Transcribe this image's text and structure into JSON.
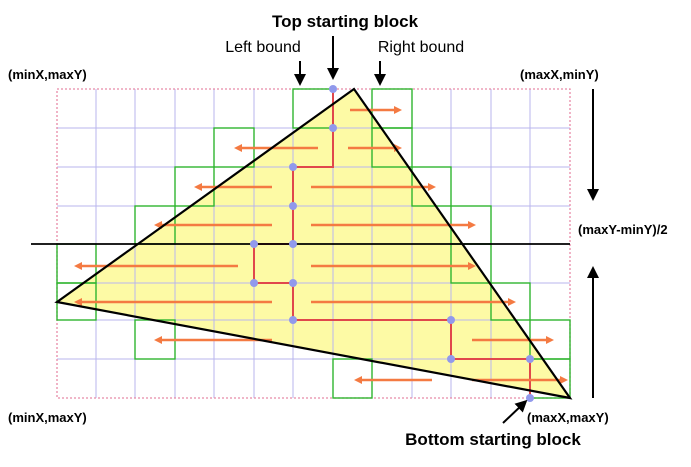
{
  "labels": {
    "top_starting_block": "Top starting block",
    "left_bound": "Left bound",
    "right_bound": "Right bound",
    "corner_top_left": "(minX,maxY)",
    "corner_top_right": "(maxX,minY)",
    "corner_bottom_left": "(minX,maxY)",
    "corner_bottom_right": "(maxX,maxY)",
    "midline": "(maxY-minY)/2",
    "bottom_starting_block": "Bottom starting block"
  },
  "colors": {
    "grid": "#b9b5ee",
    "bounding_box": "#e88aa8",
    "triangle_fill": "#fdfaa5",
    "triangle_edge": "#000000",
    "block_outline": "#2fb52f",
    "scan_arrow": "#f47a42",
    "path_line": "#e0474c",
    "path_dot": "#9199ec",
    "midline": "#000000"
  }
}
